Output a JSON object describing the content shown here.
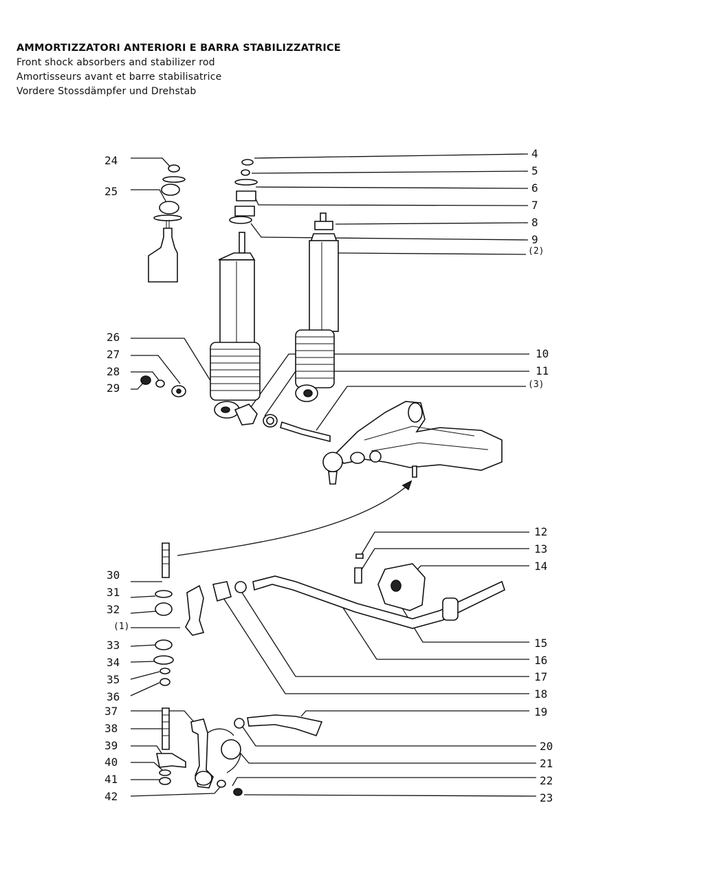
{
  "titles": {
    "it": "AMMORTIZZATORI ANTERIORI E BARRA STABILIZZATRICE",
    "en": "Front shock absorbers and stabilizer rod",
    "fr": "Amortisseurs avant et barre stabilisatrice",
    "de": "Vordere Stossdämpfer und Drehstab"
  },
  "labels_right": [
    "4",
    "5",
    "6",
    "7",
    "8",
    "9",
    "(2)",
    "10",
    "11",
    "(3)",
    "12",
    "13",
    "14",
    "15",
    "16",
    "17",
    "18",
    "19",
    "20",
    "21",
    "22",
    "23"
  ],
  "labels_left": [
    "24",
    "25",
    "26",
    "27",
    "28",
    "29",
    "30",
    "31",
    "32",
    "(1)",
    "33",
    "34",
    "35",
    "36",
    "37",
    "38",
    "39",
    "40",
    "41",
    "42"
  ]
}
